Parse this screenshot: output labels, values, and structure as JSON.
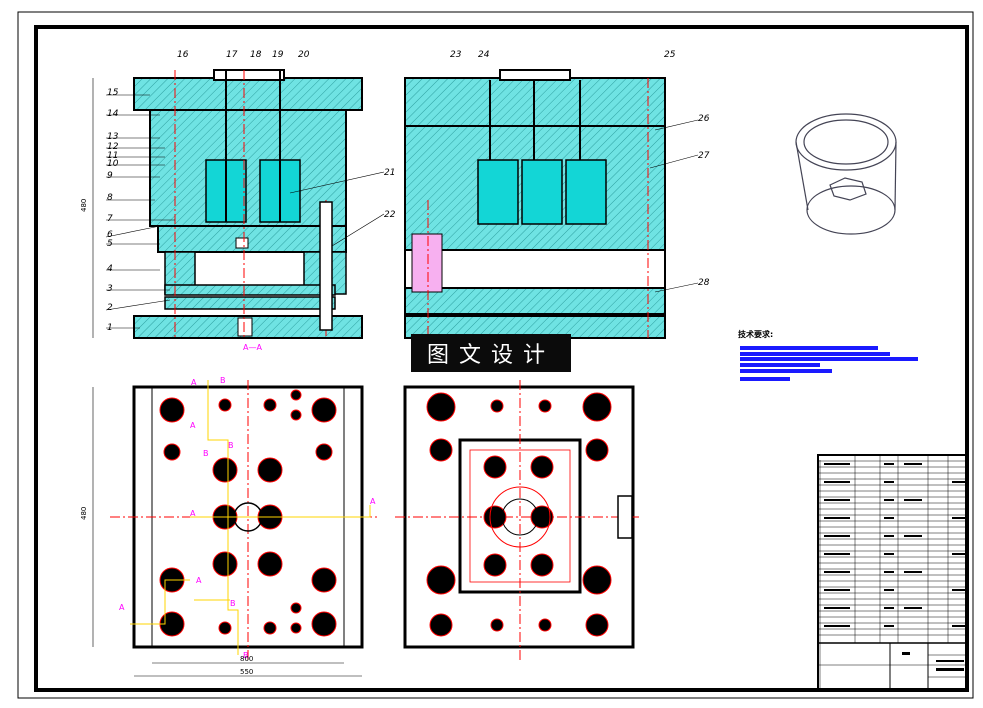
{
  "banner": {
    "text": "图文设计"
  },
  "tech_requirements": {
    "title": "技术要求:"
  },
  "section_view_label": "A—A",
  "dimensions": {
    "height_left": "480",
    "height_lower": "480",
    "width_inner": "800",
    "width_outer": "550"
  },
  "part_numbers_left": [
    "1",
    "2",
    "3",
    "4",
    "5",
    "6",
    "7",
    "8",
    "9",
    "10",
    "11",
    "12",
    "13",
    "14",
    "15"
  ],
  "part_numbers_top_left": [
    "16",
    "17",
    "18",
    "19",
    "20"
  ],
  "part_numbers_mid": [
    "21",
    "22"
  ],
  "part_numbers_right": [
    "23",
    "24",
    "25",
    "26",
    "27",
    "28"
  ],
  "section_markers": [
    "A",
    "B",
    "A",
    "B",
    "A",
    "B",
    "A",
    "A",
    "B",
    "B",
    "A"
  ],
  "colors": {
    "mold_fill": "#6fe3e3",
    "outline": "#000000",
    "center_line": "#ff0000",
    "callout": "#ff00ff",
    "runner": "#ffd400",
    "tech_lines": "#1a1aff"
  }
}
